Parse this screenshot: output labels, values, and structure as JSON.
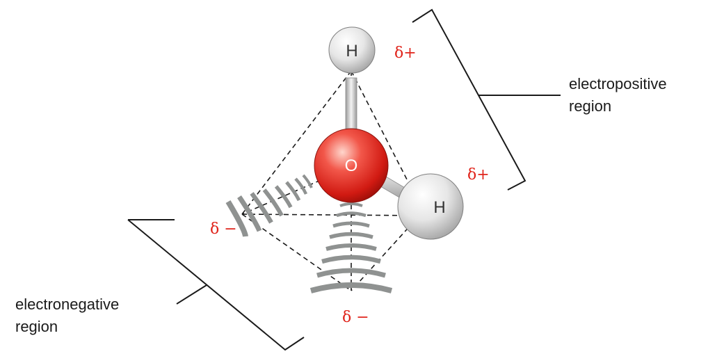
{
  "atoms": {
    "hydrogen_top": {
      "label": "H"
    },
    "oxygen": {
      "label": "O"
    },
    "hydrogen_right": {
      "label": "H"
    }
  },
  "charges": {
    "delta_plus_top": "δ+",
    "delta_plus_right": "δ+",
    "delta_minus_left": "δ −",
    "delta_minus_bottom": "δ −"
  },
  "regions": {
    "electropositive": {
      "line1": "electropositive",
      "line2": "region"
    },
    "electronegative": {
      "line1": "electronegative",
      "line2": "region"
    }
  },
  "colors": {
    "oxygen": "#e0241b",
    "hydrogen": "#e9e9e9",
    "charge_text": "#e0241b",
    "lone_pair": "#8f9291",
    "bond": "#b9b9b9"
  }
}
